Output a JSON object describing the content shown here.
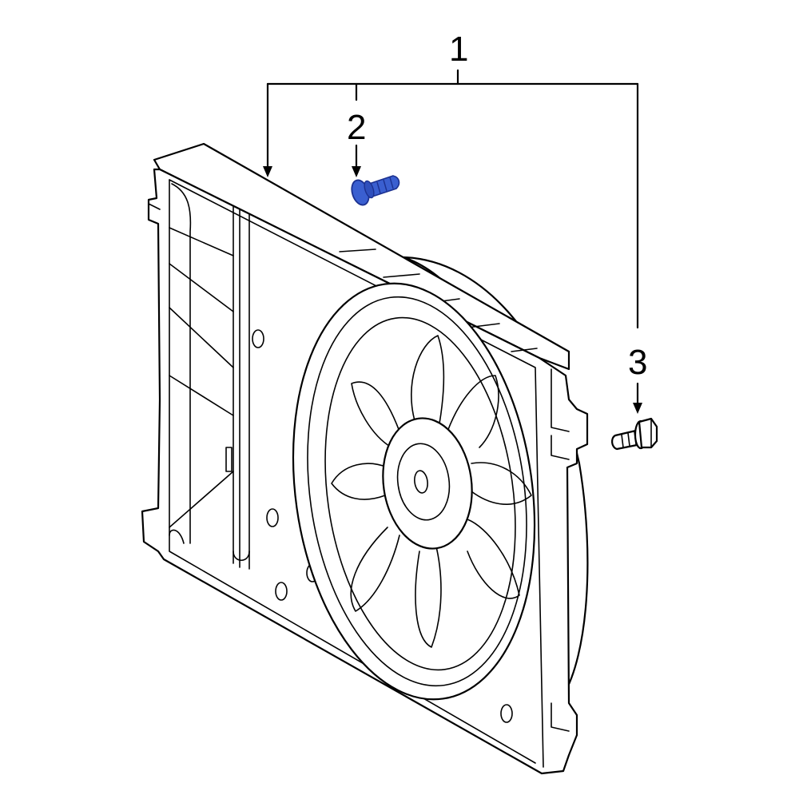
{
  "callouts": {
    "part_1": "1",
    "part_2": "2",
    "part_3": "3"
  },
  "colors": {
    "highlight": "#3a5fd0",
    "highlight_dark": "#1c3190",
    "line": "#000000",
    "background": "#ffffff"
  },
  "parts": [
    {
      "callout": "1",
      "name": "fan-shroud-assembly",
      "highlighted": false
    },
    {
      "callout": "2",
      "name": "screw",
      "highlighted": true
    },
    {
      "callout": "3",
      "name": "bolt",
      "highlighted": false
    }
  ]
}
